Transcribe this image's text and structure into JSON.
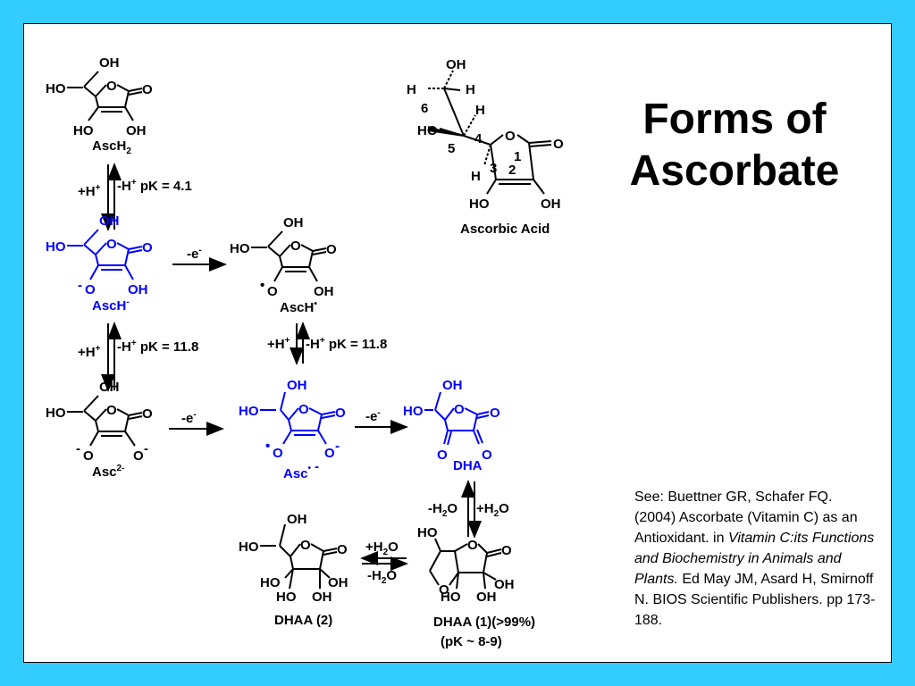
{
  "title": {
    "line1": "Forms of",
    "line2": "Ascorbate"
  },
  "reference": {
    "part1": "See:  Buettner GR, Schafer FQ. (2004) Ascorbate (Vitamin C) as an Antioxidant. in ",
    "book": "Vitamin C:its Functions and Biochemistry in Animals and Plants.",
    "part2": " Ed May JM, Asard H, Smirnoff N.  BIOS Scientific Publishers. pp 173-188."
  },
  "colors": {
    "background": "#33ccff",
    "highlight": "#0000ff",
    "text": "#000000"
  },
  "molecules": {
    "asch2": {
      "oh_top": "OH",
      "ho_left": "HO",
      "ring_o": "O",
      "carbonyl_o": "O",
      "ho_bottom": "HO",
      "oh_bottom": "OH",
      "label": "AscH",
      "label_sub": "2"
    },
    "asch_minus": {
      "oh_top": "OH",
      "ho_left": "HO",
      "ring_o": "O",
      "carbonyl_o": "O",
      "o_minus": "O",
      "minus": "-",
      "oh_bottom": "OH",
      "label": "AscH",
      "label_sup": "-"
    },
    "asch_radical": {
      "oh_top": "OH",
      "ho_left": "HO",
      "ring_o": "O",
      "carbonyl_o": "O",
      "o_radical": "O",
      "dot": "•",
      "oh_bottom": "OH",
      "label": "AscH",
      "label_sup": "•"
    },
    "asc2": {
      "oh_top": "OH",
      "ho_left": "HO",
      "ring_o": "O",
      "carbonyl_o": "O",
      "o_left": "O",
      "o_right": "O",
      "minus": "-",
      "label": "Asc",
      "label_sup": "2-"
    },
    "asc_radical": {
      "oh_top": "OH",
      "ho_left": "HO",
      "ring_o": "O",
      "carbonyl_o": "O",
      "o_left": "O",
      "o_right": "O",
      "dot": "•",
      "minus": "-",
      "label": "Asc",
      "label_sup1": "•",
      "label_sup2": "-"
    },
    "dha": {
      "oh_top": "OH",
      "ho_left": "HO",
      "ring_o": "O",
      "carbonyl_o": "O",
      "o_left": "O",
      "o_right": "O",
      "label": "DHA"
    },
    "dhaa2": {
      "oh_top": "OH",
      "ho_left": "HO",
      "ring_o": "O",
      "carbonyl_o": "O",
      "ho_a": "HO",
      "oh_a": "OH",
      "ho_b": "HO",
      "oh_b": "OH",
      "label": "DHAA (2)"
    },
    "dhaa1": {
      "ho_top": "HO",
      "ring_o": "O",
      "carbonyl_o": "O",
      "ring_o2": "O",
      "oh_right": "OH",
      "ho_bottom": "HO",
      "oh_bottom": "OH",
      "label": "DHAA (1)(>99%)",
      "pk": "(pK ~ 8-9)"
    },
    "ascorbic_acid": {
      "oh": "OH",
      "h_left": "H",
      "h_right": "H",
      "n6": "6",
      "h_4": "H",
      "ho": "HO",
      "n4": "4",
      "n5": "5",
      "ring_o": "O",
      "carbonyl_o": "O",
      "n1": "1",
      "n2": "2",
      "n3": "3",
      "h_3": "H",
      "ho_bottom": "HO",
      "oh_bottom": "OH",
      "label": "Ascorbic Acid"
    }
  },
  "equilibria": {
    "eq1": {
      "plus": "+H",
      "plus_sup": "+",
      "minus": "-H",
      "minus_sup": "+",
      "pk": " pK = 4.1"
    },
    "eq2": {
      "plus": "+H",
      "plus_sup": "+",
      "minus": "-H",
      "minus_sup": "+",
      "pk": " pK = 11.8"
    },
    "eq3": {
      "plus": "+H",
      "plus_sup": "+",
      "minus": "-H",
      "minus_sup": "+",
      "pk": " pK = 11.8"
    },
    "ox1": {
      "label": "-e",
      "sup": "-"
    },
    "ox2": {
      "label": "-e",
      "sup": "-"
    },
    "ox3": {
      "label": "-e",
      "sup": "-"
    },
    "hyd": {
      "left": "-H",
      "left_sub": "2",
      "left_end": "O",
      "right": "+H",
      "right_sub": "2",
      "right_end": "O"
    },
    "hyd2": {
      "top": "+H",
      "top_sub": "2",
      "top_end": "O",
      "bottom": "-H",
      "bottom_sub": "2",
      "bottom_end": "O"
    }
  }
}
